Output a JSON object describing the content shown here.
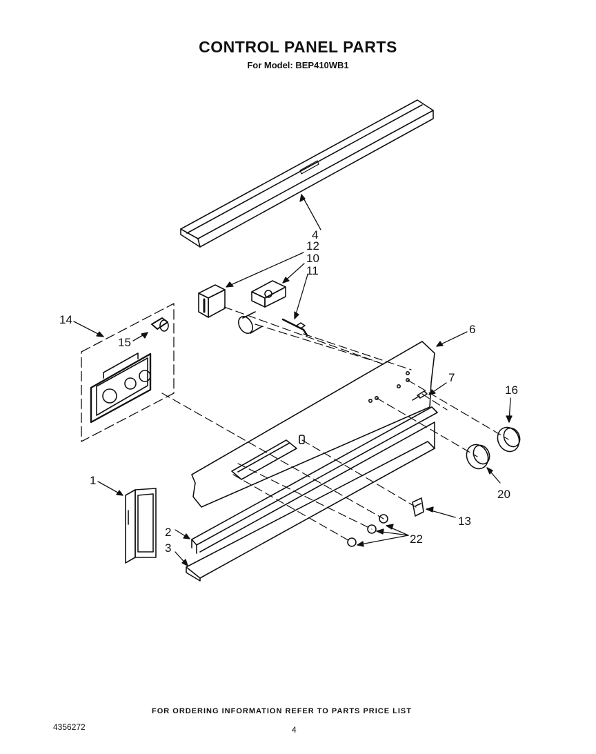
{
  "header": {
    "title": "CONTROL PANEL PARTS",
    "subtitle": "For Model: BEP410WB1"
  },
  "callouts": {
    "c1": "1",
    "c2": "2",
    "c3": "3",
    "c4": "4",
    "c6": "6",
    "c7": "7",
    "c10": "10",
    "c11": "11",
    "c12": "12",
    "c13": "13",
    "c14": "14",
    "c15": "15",
    "c16": "16",
    "c20": "20",
    "c22": "22"
  },
  "footer": {
    "ordering_note": "FOR ORDERING INFORMATION REFER TO PARTS PRICE LIST",
    "document_number": "4356272",
    "page_number": "4"
  }
}
